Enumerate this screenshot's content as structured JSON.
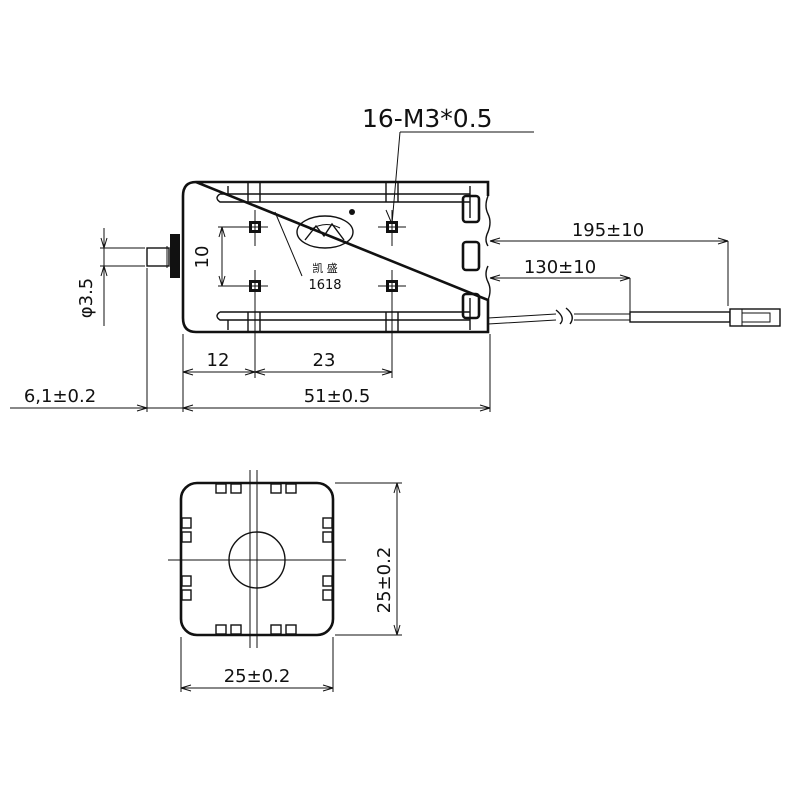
{
  "drawing": {
    "product_code": "1618",
    "brand_mark": "CN logo",
    "brand_chars": "凯 盛",
    "registered_mark": "®"
  },
  "dimensions": {
    "thread": "16-M3*0.5",
    "wire_length_total": "195±10",
    "wire_length_strip": "130±10",
    "hole_spacing_vertical": "10",
    "shaft_diameter": "φ3.5",
    "shaft_length": "6,1±0.2",
    "hole_offset": "12",
    "hole_spacing_horizontal": "23",
    "body_length": "51±0.5",
    "end_height": "25±0.2",
    "end_width": "25±0.2"
  }
}
